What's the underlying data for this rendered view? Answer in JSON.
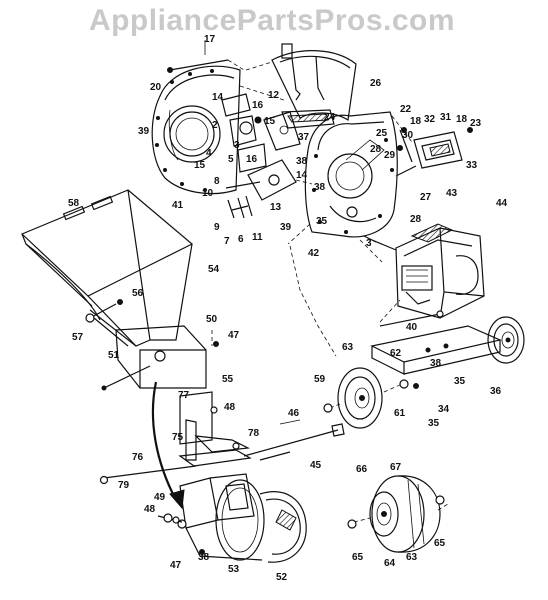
{
  "watermark": "AppliancePartsPros.com",
  "part_numbers": {
    "p2": "2",
    "p3": "3",
    "p4": "4",
    "p5": "5",
    "p6": "6",
    "p7": "7",
    "p8": "8",
    "p9": "9",
    "p10": "10",
    "p11": "11",
    "p12": "12",
    "p13": "13",
    "p14": "14",
    "p15": "15",
    "p16": "16",
    "p17": "17",
    "p18": "18",
    "p20": "20",
    "p22": "22",
    "p23": "23",
    "p24": "24",
    "p25": "25",
    "p26": "26",
    "p27": "27",
    "p28": "28",
    "p29": "29",
    "p30": "30",
    "p31": "31",
    "p32": "32",
    "p33": "33",
    "p34": "34",
    "p35": "35",
    "p36": "36",
    "p37": "37",
    "p38": "38",
    "p39": "39",
    "p40": "40",
    "p41": "41",
    "p42": "42",
    "p43": "43",
    "p44": "44",
    "p45": "45",
    "p46": "46",
    "p47": "47",
    "p48": "48",
    "p49": "49",
    "p50": "50",
    "p51": "51",
    "p52": "52",
    "p53": "53",
    "p54": "54",
    "p55": "55",
    "p56": "56",
    "p57": "57",
    "p58": "58",
    "p59": "59",
    "p61": "61",
    "p62": "62",
    "p63": "63",
    "p64": "64",
    "p65": "65",
    "p66": "66",
    "p67": "67",
    "p75": "75",
    "p76": "76",
    "p77": "77",
    "p78": "78",
    "p79": "79"
  }
}
